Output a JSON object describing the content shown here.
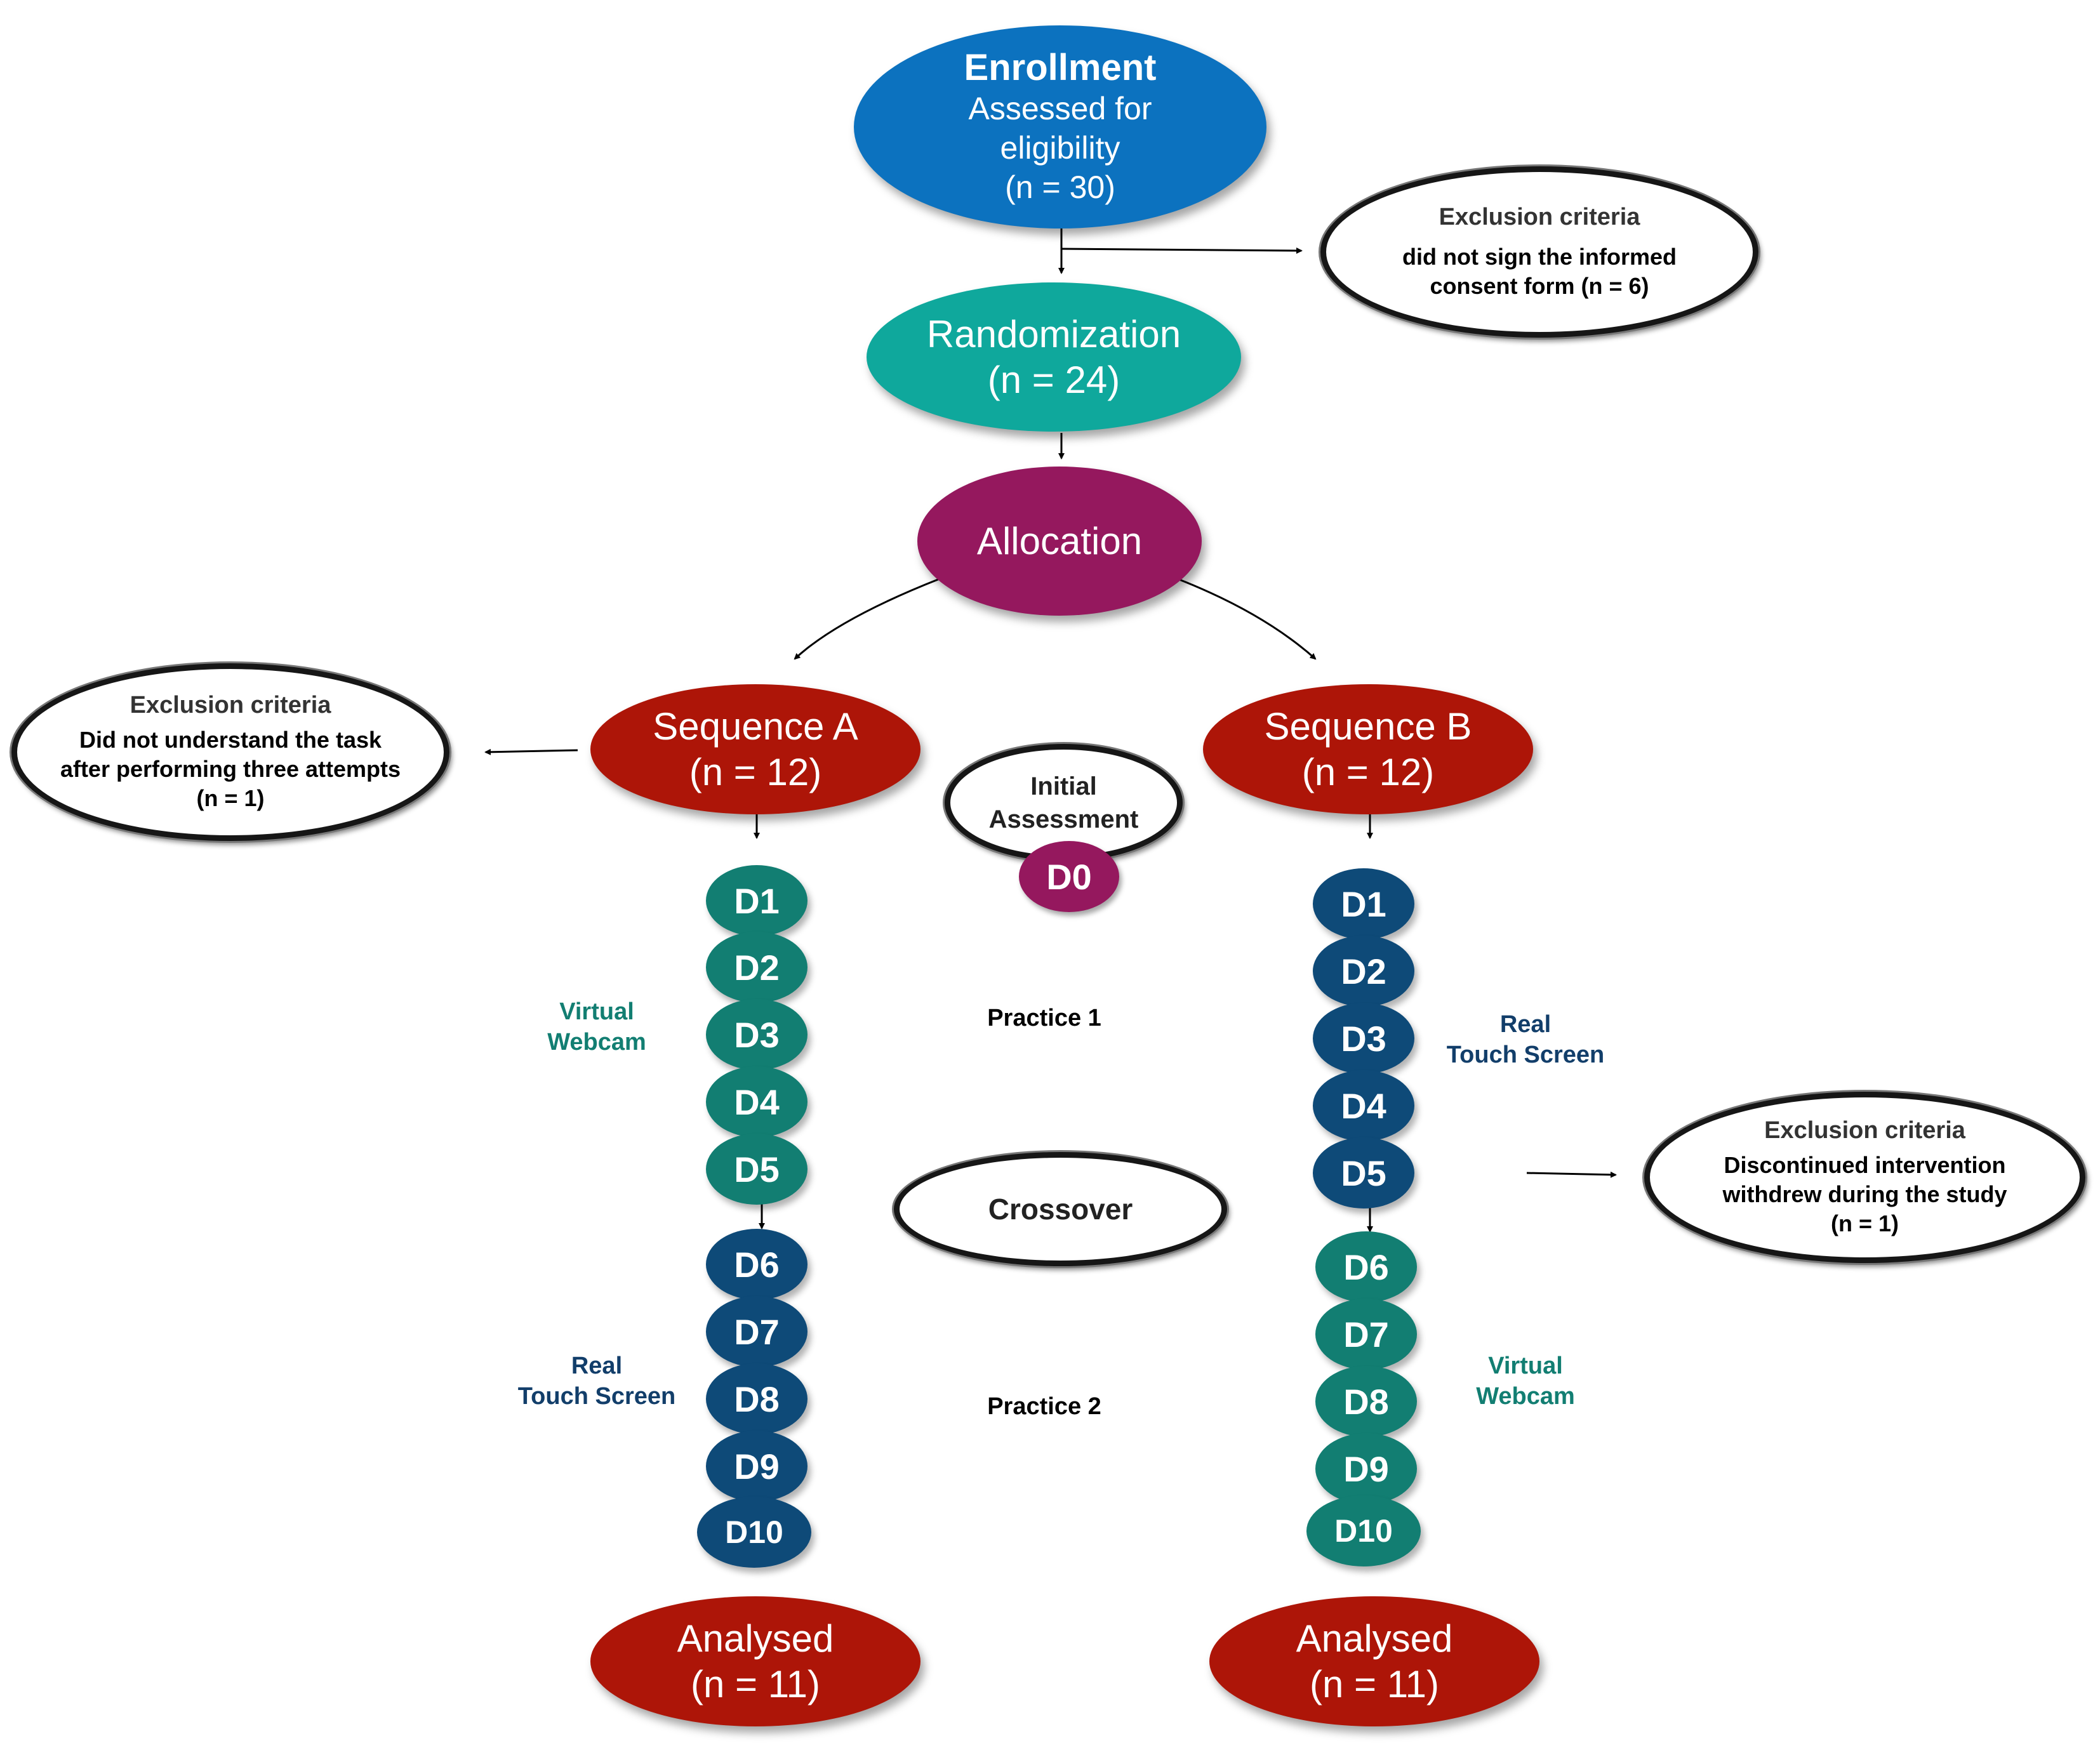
{
  "enrollment": {
    "title": "Enrollment",
    "line1": "Assessed for",
    "line2": "eligibility",
    "count": "(n = 30)"
  },
  "exclusion_top": {
    "heading": "Exclusion criteria",
    "line1": "did not sign the informed",
    "line2": "consent form (n = 6)"
  },
  "randomization": {
    "title": "Randomization",
    "count": "(n = 24)"
  },
  "allocation": {
    "title": "Allocation"
  },
  "exclusion_left": {
    "heading": "Exclusion criteria",
    "line1": "Did not understand the task",
    "line2": "after performing three attempts",
    "line3": "(n = 1)"
  },
  "sequence_a": {
    "title": "Sequence A",
    "count": "(n = 12)"
  },
  "sequence_b": {
    "title": "Sequence B",
    "count": "(n = 12)"
  },
  "initial_assessment": {
    "line1": "Initial",
    "line2": "Assessment",
    "day": "D0"
  },
  "days_a": [
    "D1",
    "D2",
    "D3",
    "D4",
    "D5",
    "D6",
    "D7",
    "D8",
    "D9",
    "D10"
  ],
  "days_b": [
    "D1",
    "D2",
    "D3",
    "D4",
    "D5",
    "D6",
    "D7",
    "D8",
    "D9",
    "D10"
  ],
  "label_a_top": {
    "line1": "Virtual",
    "line2": "Webcam"
  },
  "label_a_bottom": {
    "line1": "Real",
    "line2": "Touch Screen"
  },
  "label_b_top": {
    "line1": "Real",
    "line2": "Touch Screen"
  },
  "label_b_bottom": {
    "line1": "Virtual",
    "line2": "Webcam"
  },
  "practice_1": "Practice 1",
  "practice_2": "Practice 2",
  "crossover": "Crossover",
  "exclusion_right": {
    "heading": "Exclusion criteria",
    "line1": "Discontinued intervention",
    "line2": "withdrew during the study",
    "line3": "(n = 1)"
  },
  "analysed_a": {
    "title": "Analysed",
    "count": "(n = 11)"
  },
  "analysed_b": {
    "title": "Analysed",
    "count": "(n = 11)"
  },
  "colors": {
    "enrollment": "#0c72bf",
    "randomization": "#0fa89c",
    "allocation": "#95185e",
    "sequence_red": "#ad1508",
    "virtual_webcam_teal": "#127e72",
    "real_touch_screen_navy": "#0e4a78"
  }
}
